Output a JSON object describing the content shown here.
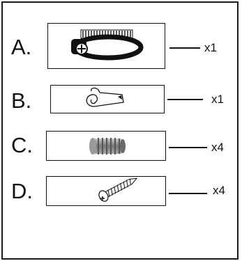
{
  "parts": [
    {
      "letter": "A.",
      "qty": "x1",
      "icon": "hose-clamp-icon"
    },
    {
      "letter": "B.",
      "qty": "x1",
      "icon": "clip-icon"
    },
    {
      "letter": "C.",
      "qty": "x4",
      "icon": "threaded-insert-icon"
    },
    {
      "letter": "D.",
      "qty": "x4",
      "icon": "phillips-screw-icon"
    }
  ]
}
